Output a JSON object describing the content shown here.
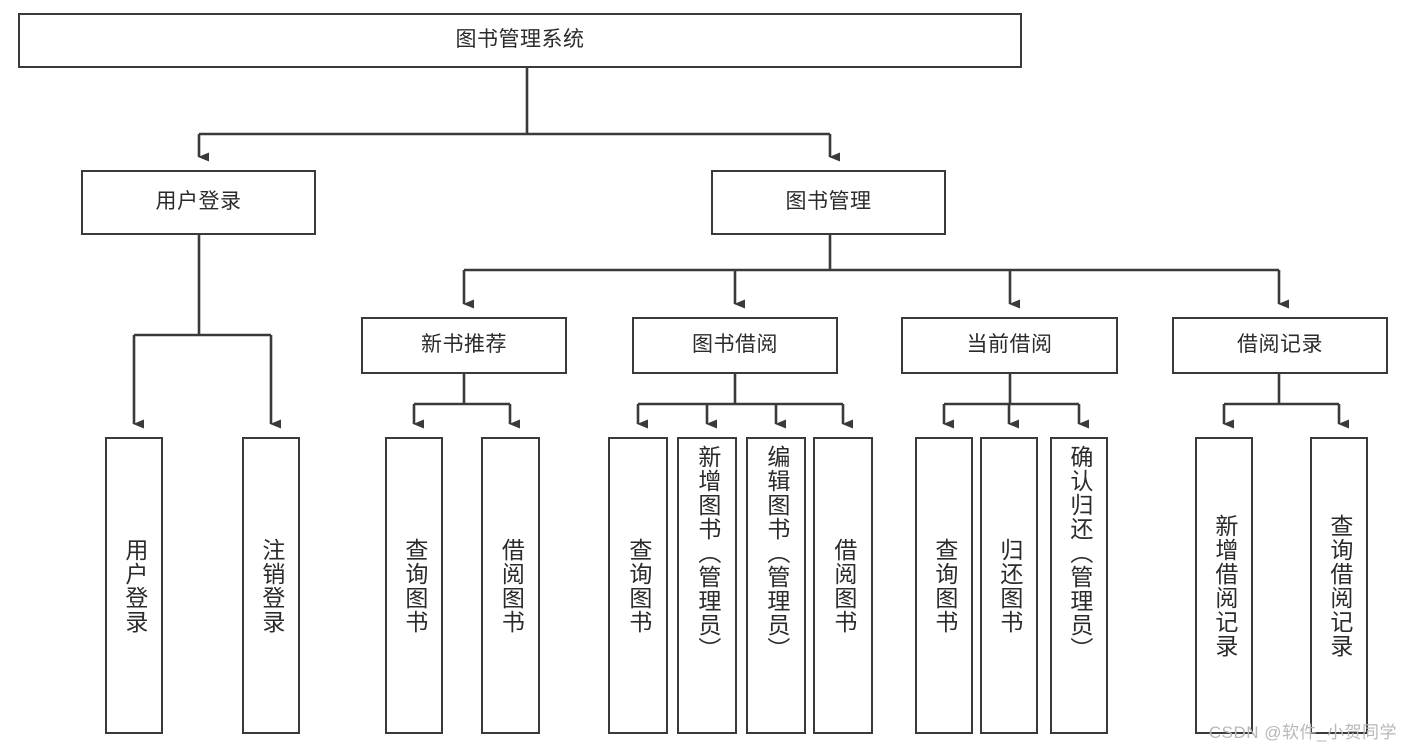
{
  "diagram": {
    "type": "tree",
    "title": "图书管理系统",
    "theme": {
      "stroke": "#3a3a3a",
      "fill": "#ffffff",
      "text": "#2b2b2b",
      "watermark": "#b8b8b8"
    },
    "root": {
      "id": "root",
      "label": "图书管理系统"
    },
    "level2": [
      {
        "id": "user-login",
        "label": "用户登录"
      },
      {
        "id": "book-manage",
        "label": "图书管理"
      }
    ],
    "level3": [
      {
        "id": "new-book-rec",
        "label": "新书推荐"
      },
      {
        "id": "book-borrow",
        "label": "图书借阅"
      },
      {
        "id": "current-borrow",
        "label": "当前借阅"
      },
      {
        "id": "borrow-record",
        "label": "借阅记录"
      }
    ],
    "leaves": [
      {
        "id": "leaf-user-login",
        "label": "用户登录",
        "parent": "user-login"
      },
      {
        "id": "leaf-logout",
        "label": "注销登录",
        "parent": "user-login"
      },
      {
        "id": "leaf-query-book-1",
        "label": "查询图书",
        "parent": "new-book-rec"
      },
      {
        "id": "leaf-borrow-book-1",
        "label": "借阅图书",
        "parent": "new-book-rec"
      },
      {
        "id": "leaf-query-book-2",
        "label": "查询图书",
        "parent": "book-borrow"
      },
      {
        "id": "leaf-add-book",
        "label": "新增图书（管理员）",
        "parent": "book-borrow"
      },
      {
        "id": "leaf-edit-book",
        "label": "编辑图书（管理员）",
        "parent": "book-borrow"
      },
      {
        "id": "leaf-borrow-book-2",
        "label": "借阅图书",
        "parent": "book-borrow"
      },
      {
        "id": "leaf-query-book-3",
        "label": "查询图书",
        "parent": "current-borrow"
      },
      {
        "id": "leaf-return-book",
        "label": "归还图书",
        "parent": "current-borrow"
      },
      {
        "id": "leaf-confirm-return",
        "label": "确认归还（管理员）",
        "parent": "current-borrow"
      },
      {
        "id": "leaf-add-record",
        "label": "新增借阅记录",
        "parent": "borrow-record"
      },
      {
        "id": "leaf-query-record",
        "label": "查询借阅记录",
        "parent": "borrow-record"
      }
    ]
  },
  "watermark": {
    "text": "CSDN @软件_小贺同学"
  }
}
